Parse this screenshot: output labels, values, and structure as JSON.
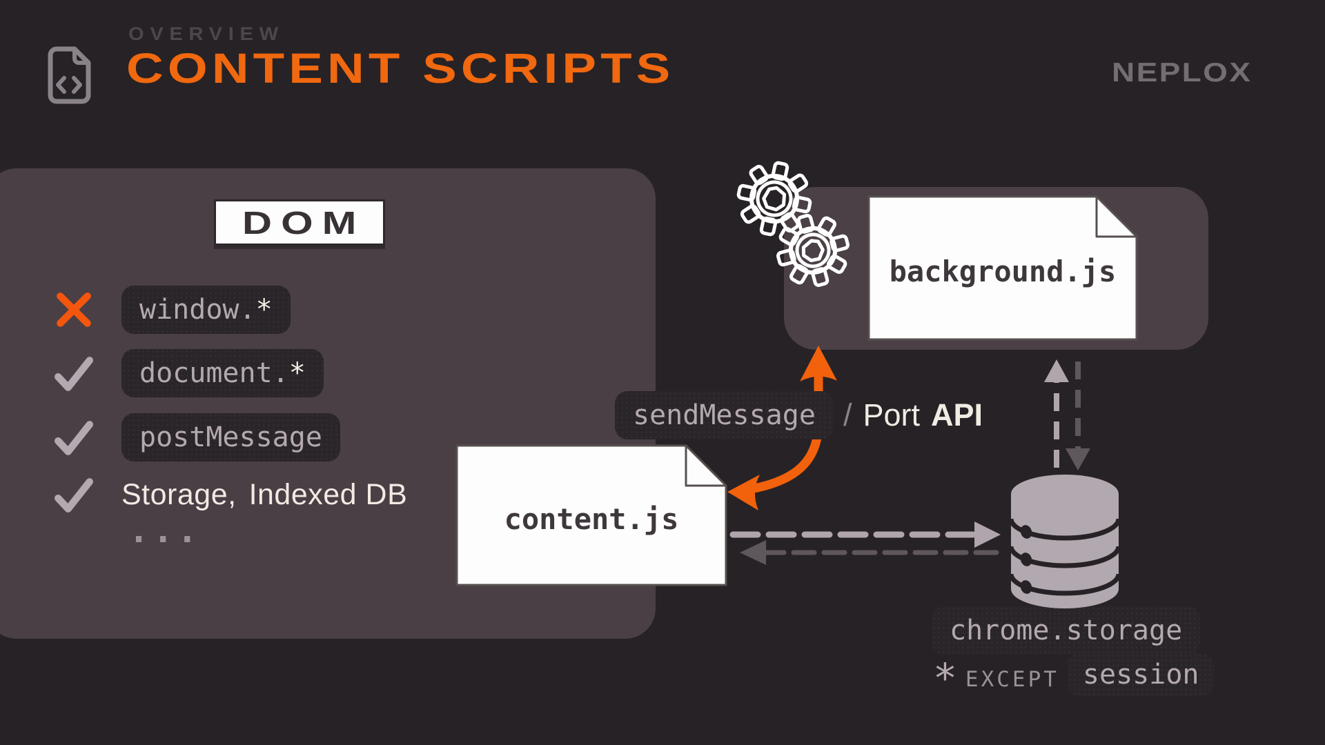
{
  "header": {
    "kicker": "OVERVIEW",
    "title": "CONTENT SCRIPTS",
    "brand": "NEPLOX"
  },
  "dom_panel": {
    "title": "DOM",
    "items": [
      {
        "mark": "cross",
        "code": "window.",
        "suffix": "*"
      },
      {
        "mark": "check",
        "code": "document.",
        "suffix": "*"
      },
      {
        "mark": "check",
        "code": "postMessage",
        "suffix": ""
      },
      {
        "mark": "check",
        "text": "Storage,",
        "text2": "Indexed DB"
      },
      {
        "mark": "none",
        "ellipsis": "..."
      }
    ]
  },
  "flow": {
    "content_file": "content.js",
    "background_file": "background.js",
    "message_badge": "sendMessage",
    "separator": "/",
    "port_word": "Port",
    "port_api": "API",
    "storage_badge": "chrome.storage",
    "note_star": "*",
    "note_word": "EXCEPT",
    "note_badge": "session"
  },
  "icons": {
    "header_icon": "file-code-icon",
    "cross": "cross-icon",
    "check": "check-icon",
    "gears": "gears-icon",
    "database": "database-cylinder-icon"
  },
  "colors": {
    "background": "#272225",
    "panel": "#493F45",
    "badge_bg": "#2A2528",
    "accent_orange": "#F0680F",
    "lavender_text": "#B4A9B1",
    "cream_text": "#F0EBE3",
    "muted_gray": "#746D73",
    "db_fill": "#B2A8B0",
    "dashed_light": "#B0A5AD",
    "dashed_dark": "#5F575C",
    "doc_text": "#3E383C"
  }
}
